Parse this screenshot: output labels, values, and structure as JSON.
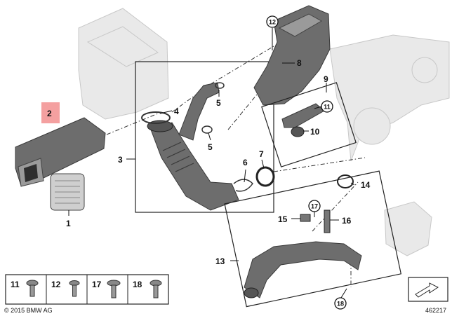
{
  "copyright": "© 2015 BMW AG",
  "diagram_number": "462217",
  "callouts": {
    "c1": "1",
    "c2": "2",
    "c3": "3",
    "c4": "4",
    "c5a": "5",
    "c5b": "5",
    "c6": "6",
    "c7": "7",
    "c8": "8",
    "c9": "9",
    "c10": "10",
    "c11": "11",
    "c12": "12",
    "c13": "13",
    "c14": "14",
    "c15": "15",
    "c16": "16",
    "c17": "17",
    "c18": "18"
  },
  "legend": [
    {
      "number": "11"
    },
    {
      "number": "12"
    },
    {
      "number": "17"
    },
    {
      "number": "18"
    }
  ],
  "colors": {
    "highlight": "#f08080",
    "part_dark": "#6d6d6d",
    "ghost": "#e9e9e9"
  },
  "icons": {
    "direction": "arrow-in-box-icon"
  }
}
